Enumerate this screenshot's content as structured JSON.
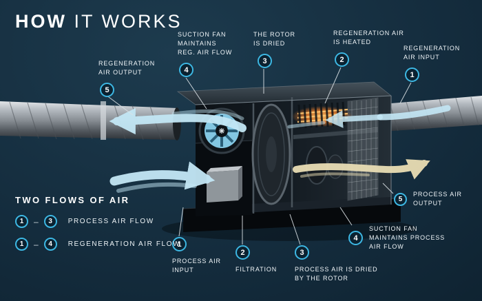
{
  "title": {
    "bold": "HOW",
    "rest": " IT WORKS"
  },
  "legend": {
    "heading": "TWO FLOWS OF AIR",
    "dash": "–",
    "rows": [
      {
        "from": "1",
        "to": "3",
        "label": "PROCESS AIR FLOW"
      },
      {
        "from": "1",
        "to": "4",
        "label": "REGENERATION AIR FLOW"
      }
    ]
  },
  "callouts": [
    {
      "num": "5",
      "label": "REGENERATION\nAIR OUTPUT"
    },
    {
      "num": "4",
      "label": "SUCTION FAN\nMAINTAINS\nREG. AIR FLOW"
    },
    {
      "num": "3",
      "label": "THE ROTOR\nIS DRIED"
    },
    {
      "num": "2",
      "label": "REGENERATION AIR\nIS HEATED"
    },
    {
      "num": "1",
      "label": "REGENERATION\nAIR INPUT"
    },
    {
      "num": "5",
      "label": "PROCESS AIR\nOUTPUT"
    },
    {
      "num": "4",
      "label": "SUCTION FAN\nMAINTAINS PROCESS\nAIR FLOW"
    },
    {
      "num": "3",
      "label": "PROCESS AIR IS DRIED\nBY THE ROTOR"
    },
    {
      "num": "2",
      "label": "FILTRATION"
    },
    {
      "num": "1",
      "label": "PROCESS AIR\nINPUT"
    }
  ],
  "colors": {
    "accent_cyan": "#3db8e4",
    "flow_blue": "#c3e7f5",
    "flow_cream": "#e9ddb4",
    "heater_orange": "#f5822a",
    "background": "#142c3d",
    "text": "#ffffff"
  }
}
